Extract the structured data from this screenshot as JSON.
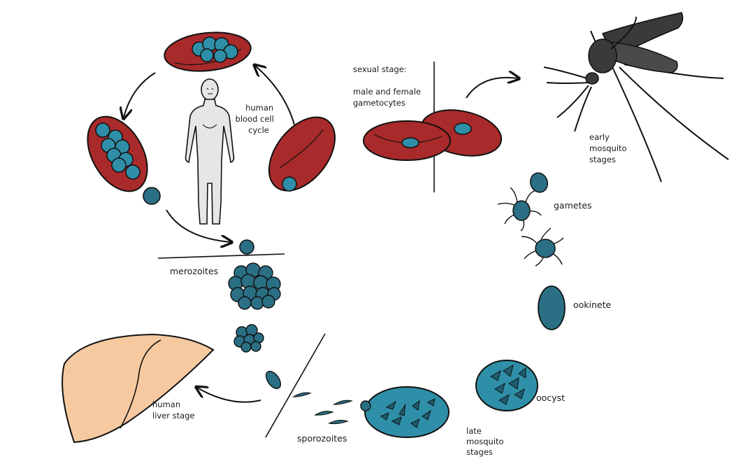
{
  "diagram": {
    "labels": {
      "human_blood_cell_cycle": [
        "human",
        "blood cell",
        "cycle"
      ],
      "sexual_stage": "sexual stage:",
      "gametocytes": [
        "male and female",
        "gametocytes"
      ],
      "early_mosquito_stages": [
        "early",
        "mosquito",
        "stages"
      ],
      "gametes": "gametes",
      "ookinete": "ookinete",
      "oocyst": "oocyst",
      "late_mosquito_stages": [
        "late",
        "mosquito",
        "stages"
      ],
      "sporozoites": "sporozoites",
      "human_liver_stage": [
        "human",
        "liver stage"
      ],
      "merozoites": "merozoites"
    },
    "colors": {
      "red_blood_cell": "#a82a2a",
      "parasite": "#2f8fa8",
      "parasite_dark": "#2a6f84",
      "liver": "#f7c9a0",
      "body": "#e6e6e6",
      "mosquito": "#3a3a3a",
      "line": "#111111"
    }
  }
}
